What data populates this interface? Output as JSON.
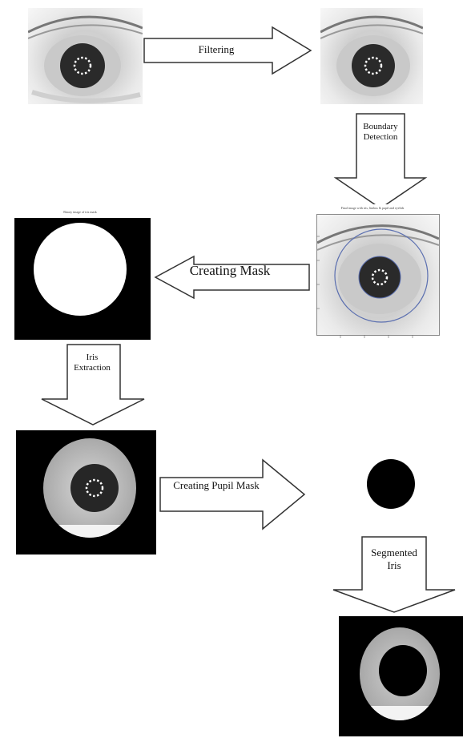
{
  "steps": {
    "filtering": "Filtering",
    "boundary_detection_line1": "Boundary",
    "boundary_detection_line2": "Detection",
    "creating_mask": "Creating Mask",
    "iris_extraction_line1": "Iris",
    "iris_extraction_line2": "Extraction",
    "creating_pupil_mask": "Creating Pupil Mask",
    "segmented_iris_line1": "Segmented",
    "segmented_iris_line2": "Iris"
  },
  "images": {
    "original_eye": "eye-photo",
    "filtered_eye": "eye-photo",
    "boundary_plot_title": "Final image with iris, limbus & pupil and eyelids",
    "mask_plot_title": "Binary image of iris mask",
    "extracted_iris": "iris-on-black",
    "pupil_mask": "black-disc",
    "segmented_iris": "iris-ring"
  },
  "colors": {
    "background": "#ffffff",
    "mask_black": "#000000",
    "circle_blue": "#5b6fb0"
  }
}
